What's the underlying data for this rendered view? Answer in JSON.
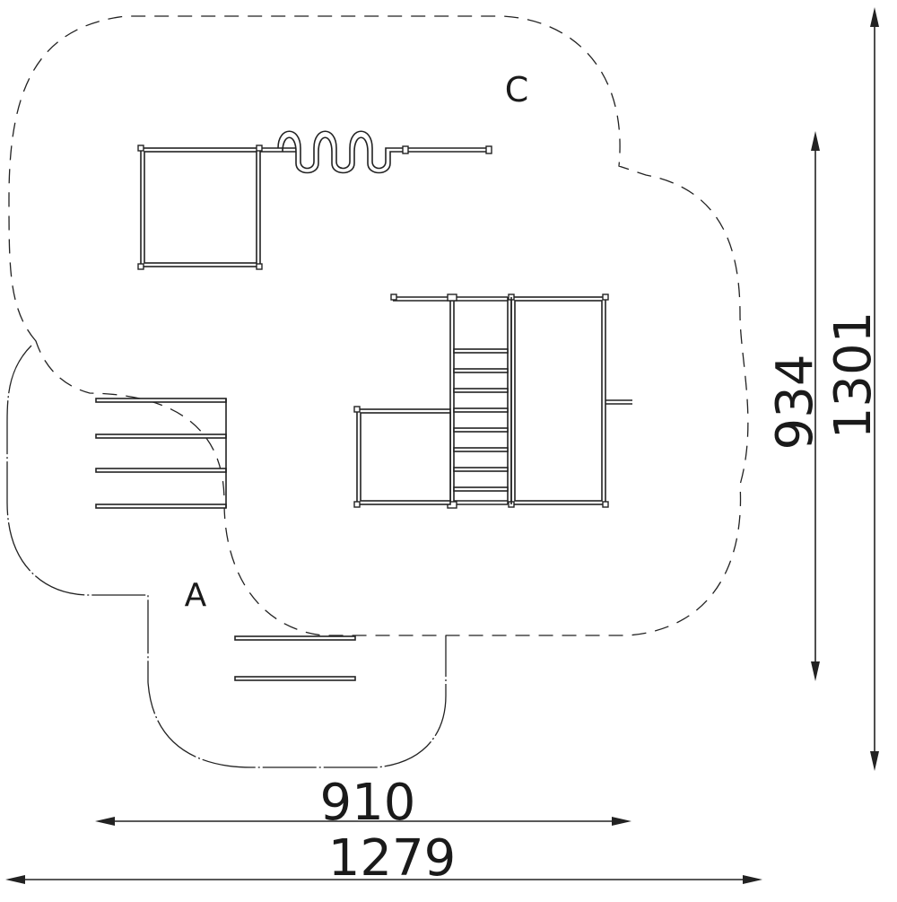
{
  "zones": {
    "zone_a_label": "A",
    "zone_c_label": "C"
  },
  "dimensions": {
    "inner_width": "910",
    "outer_width": "1279",
    "inner_height": "934",
    "outer_height": "1301"
  }
}
